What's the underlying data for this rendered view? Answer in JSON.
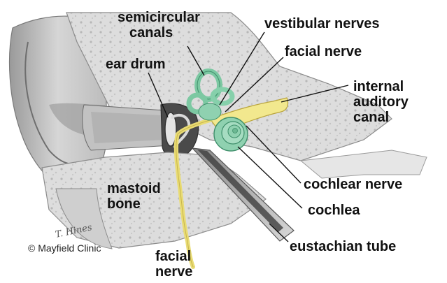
{
  "colors": {
    "background": "#ffffff",
    "bone": "#dcdcdc",
    "bone_dark": "#b4b4b4",
    "skin": "#c9c9c9",
    "canal_dark": "#3a3a3a",
    "inner_ear": "#8fd1b0",
    "inner_ear_dark": "#3f8f6b",
    "nerve": "#f0e68c",
    "nerve_dark": "#c9b64a",
    "label_text": "#111111"
  },
  "labels": {
    "semicircular_canals": [
      "semicircular",
      "canals"
    ],
    "vestibular_nerves": "vestibular nerves",
    "facial_nerve_top": "facial nerve",
    "ear_drum": "ear drum",
    "internal_auditory_canal": [
      "internal",
      "auditory",
      "canal"
    ],
    "cochlear_nerve": "cochlear nerve",
    "mastoid_bone": [
      "mastoid",
      "bone"
    ],
    "cochlea": "cochlea",
    "eustachian_tube": "eustachian tube",
    "facial_nerve_bottom": [
      "facial",
      "nerve"
    ]
  },
  "copyright": "© Mayfield Clinic",
  "signature": "T. Hines"
}
